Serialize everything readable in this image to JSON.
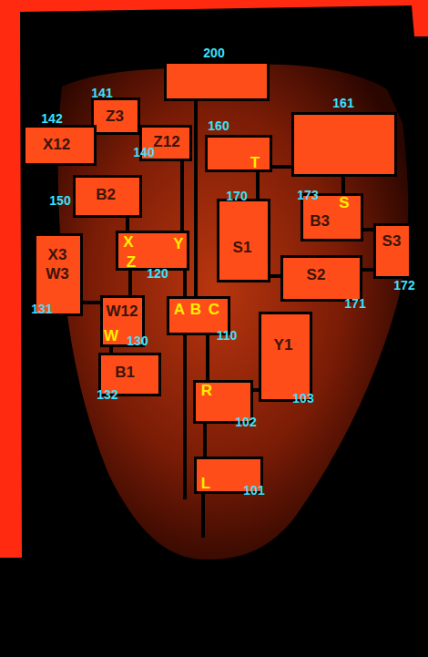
{
  "diagram": {
    "nodes": [
      {
        "text": [
          "200"
        ]
      },
      {
        "text": [
          "Z3",
          "141"
        ]
      },
      {
        "text": [
          "X12",
          "142"
        ]
      },
      {
        "text": [
          "Z12",
          "140"
        ]
      },
      {
        "text": [
          "T",
          "160"
        ]
      },
      {
        "text": [
          "161"
        ]
      },
      {
        "text": [
          "B2",
          "150"
        ]
      },
      {
        "text": [
          "S1",
          "170"
        ]
      },
      {
        "text": [
          "B3",
          "S",
          "173"
        ]
      },
      {
        "text": [
          "X",
          "Y",
          "Z",
          "120"
        ]
      },
      {
        "text": [
          "S3",
          "172"
        ]
      },
      {
        "text": [
          "X3 W3",
          "131"
        ]
      },
      {
        "text": [
          "S2",
          "171"
        ]
      },
      {
        "text": [
          "W12",
          "W",
          "130"
        ]
      },
      {
        "text": [
          "A",
          "B",
          "C",
          "110"
        ]
      },
      {
        "text": [
          "Y1",
          "103"
        ]
      },
      {
        "text": [
          "B1",
          "132"
        ]
      },
      {
        "text": [
          "R",
          "102"
        ]
      },
      {
        "text": [
          "L",
          "101"
        ]
      }
    ],
    "edges": [
      {
        "from": 0,
        "to": 14,
        "arrow": "none"
      },
      {
        "from": 3,
        "to": 9,
        "arrow": "none"
      },
      {
        "from": 4,
        "to": 5,
        "arrow": "none"
      },
      {
        "from": 4,
        "to": 7,
        "arrow": "none"
      },
      {
        "from": 5,
        "to": 8,
        "arrow": "none"
      },
      {
        "from": 8,
        "to": 10,
        "arrow": "none"
      },
      {
        "from": 7,
        "to": 12,
        "arrow": "none"
      },
      {
        "from": 12,
        "to": 10,
        "arrow": "none"
      },
      {
        "from": 6,
        "to": 9,
        "arrow": "none"
      },
      {
        "from": 9,
        "to": 13,
        "arrow": "none"
      },
      {
        "from": 11,
        "to": 13,
        "arrow": "none"
      },
      {
        "from": 13,
        "to": 16,
        "arrow": "none"
      },
      {
        "from": 14,
        "to": 17,
        "arrow": "none"
      },
      {
        "from": 15,
        "to": 17,
        "arrow": "none"
      },
      {
        "from": 17,
        "to": 18,
        "arrow": "none"
      }
    ]
  }
}
